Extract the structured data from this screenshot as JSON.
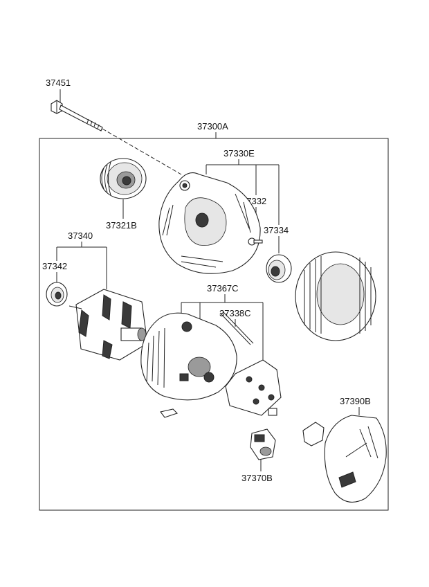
{
  "labels": {
    "bolt": "37451",
    "assembly": "37300A",
    "front_bracket_assy": "37330E",
    "pulley": "37321B",
    "screw": "37332",
    "bearing_front": "37334",
    "rotor": "37340",
    "bearing_rear": "37342",
    "rear_bracket_assy": "37367C",
    "rectifier": "37338C",
    "cover": "37390B",
    "regulator": "37370B"
  }
}
